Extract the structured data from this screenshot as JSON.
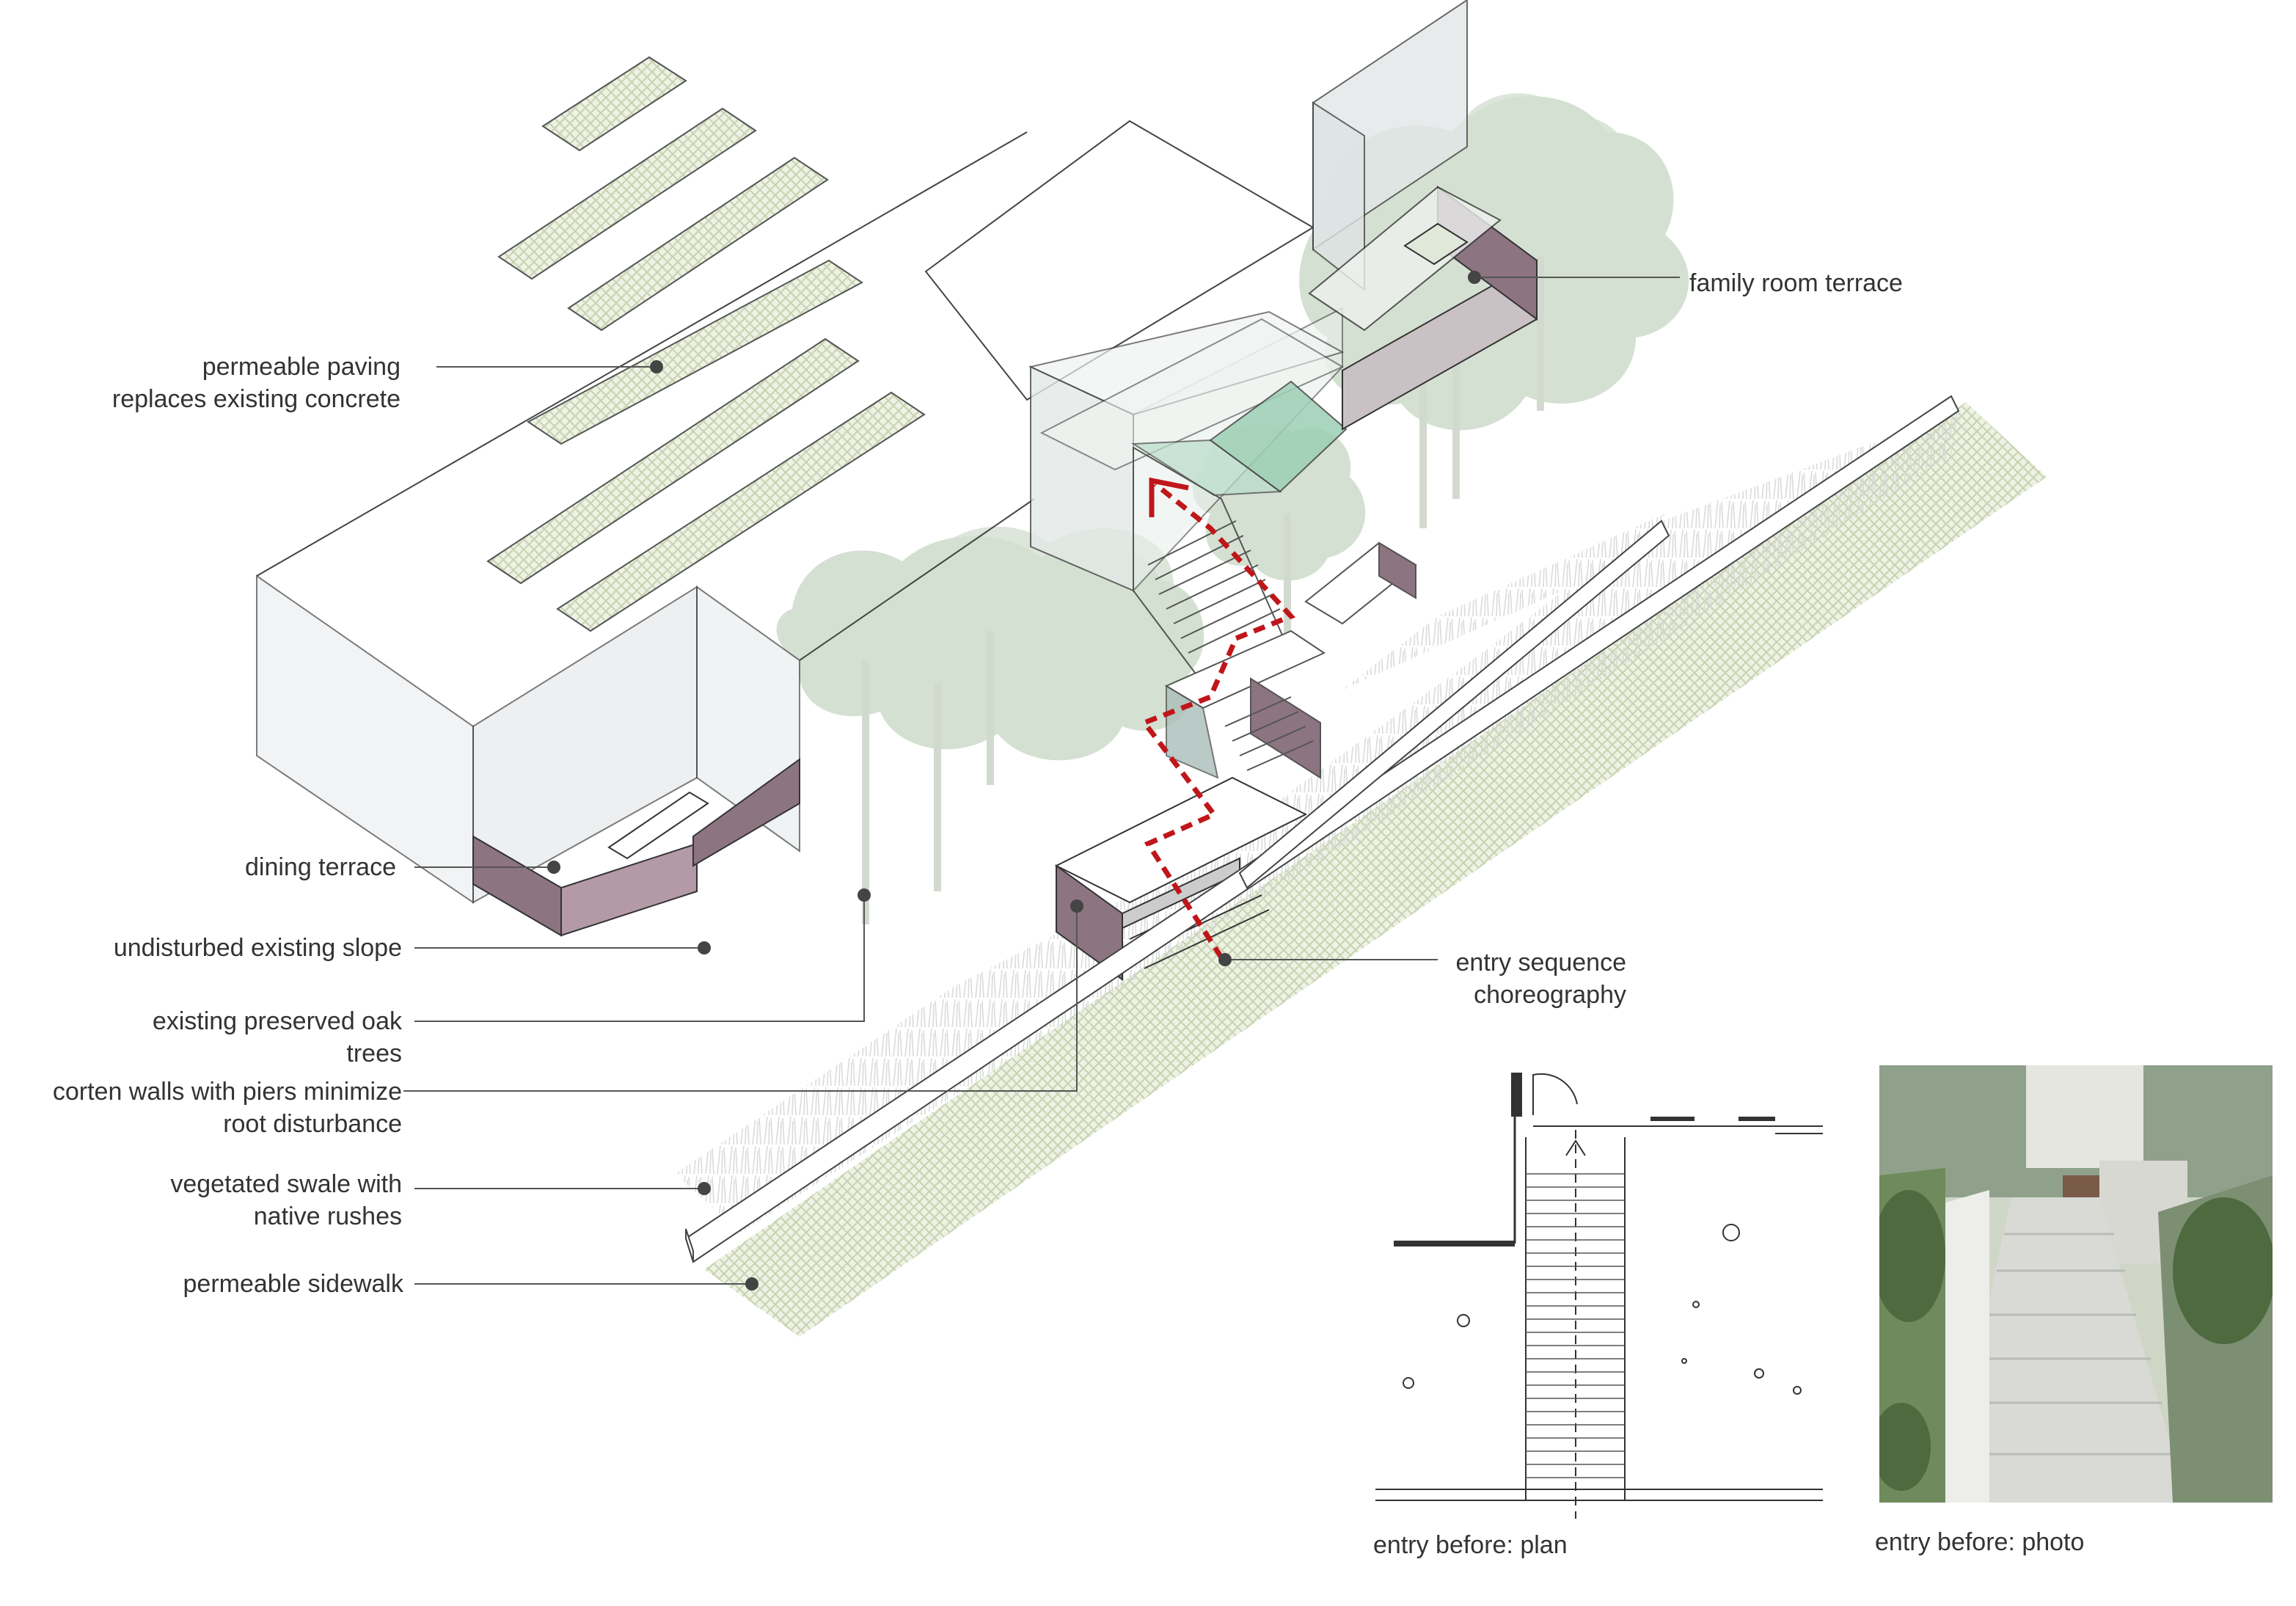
{
  "labels": {
    "permeable_paving": [
      "permeable paving",
      "replaces existing concrete"
    ],
    "family_room_terrace": [
      "family room terrace"
    ],
    "dining_terrace": [
      "dining terrace"
    ],
    "undisturbed_slope": [
      "undisturbed existing slope"
    ],
    "preserved_oak": [
      "existing preserved oak",
      "trees"
    ],
    "corten_walls": [
      "corten walls with piers minimize",
      "root disturbance"
    ],
    "vegetated_swale": [
      "vegetated swale with",
      "native rushes"
    ],
    "permeable_sidewalk": [
      "permeable sidewalk"
    ],
    "entry_sequence": [
      "entry sequence",
      "choreography"
    ]
  },
  "captions": {
    "plan": "entry before: plan",
    "photo": "entry before: photo"
  },
  "colors": {
    "line": "#333333",
    "leader": "#555555",
    "corten": "#8c7480",
    "corten_light": "#b39aa6",
    "glass": "#e7ecea",
    "glass_green": "#9ccfb4",
    "tree": "#c6d6c2",
    "paving": "#dfe6cf",
    "path": "#c0161a"
  }
}
